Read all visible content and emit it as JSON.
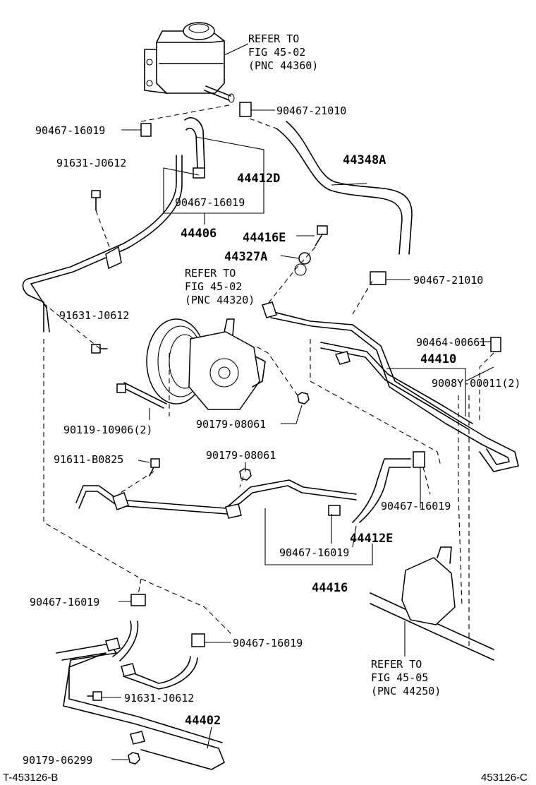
{
  "callouts": {
    "ref_reservoir": [
      "REFER TO",
      "FIG 45-02",
      "(PNC 44360)"
    ],
    "ref_pump": [
      "REFER TO",
      "FIG 45-02",
      "(PNC 44320)"
    ],
    "ref_gear": [
      "REFER TO",
      "FIG 45-05",
      "(PNC 44250)"
    ]
  },
  "labels": {
    "p90467_21010_top": "90467-21010",
    "p90467_16019_a": "90467-16019",
    "p91631_j0612_a": "91631-J0612",
    "p44412D": "44412D",
    "p44348A": "44348A",
    "p90467_16019_b": "90467-16019",
    "p44406": "44406",
    "p44416E": "44416E",
    "p44327A": "44327A",
    "p90467_21010_mid": "90467-21010",
    "p91631_j0612_b": "91631-J0612",
    "p90464_00661": "90464-00661",
    "p44410": "44410",
    "p9008y_00011": "9008Y-00011(2)",
    "p90119_10906": "90119-10906(2)",
    "p90179_08061_a": "90179-08061",
    "p91611_b0825": "91611-B0825",
    "p90179_08061_b": "90179-08061",
    "p90467_16019_c": "90467-16019",
    "p44412E": "44412E",
    "p90467_16019_d": "90467-16019",
    "p44416": "44416",
    "p90467_16019_e": "90467-16019",
    "p90467_16019_f": "90467-16019",
    "p91631_j0612_c": "91631-J0612",
    "p44402": "44402",
    "p90179_06299": "90179-06299"
  },
  "footer": {
    "left_code": "T-453126-B",
    "right_code": "453126-C"
  }
}
